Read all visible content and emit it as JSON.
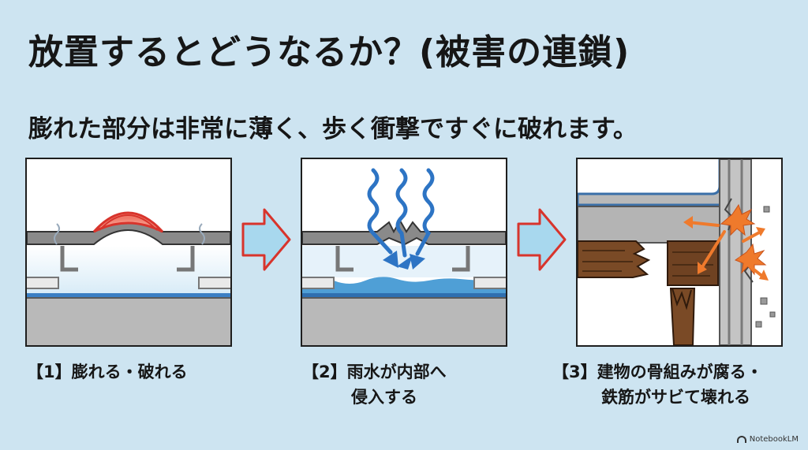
{
  "title": "放置するとどうなるか？(被害の連鎖)",
  "subtitle": "膨れた部分は非常に薄く、歩く衝撃ですぐに破れます。",
  "steps": [
    {
      "caption_line1": "【1】膨れる・破れる",
      "caption_line2": ""
    },
    {
      "caption_line1": "【2】雨水が内部へ",
      "caption_line2": "侵入する"
    },
    {
      "caption_line1": "【3】建物の骨組みが腐る・",
      "caption_line2": "鉄筋がサビて壊れる"
    }
  ],
  "brand": "NotebookLM",
  "icons": [
    "blister-icon",
    "rain-infiltration-icon",
    "structural-damage-icon",
    "right-arrow-icon",
    "notebooklm-logo-icon"
  ],
  "colors": {
    "background": "#cde4f1",
    "arrow_fill": "#a8d8ee",
    "arrow_stroke": "#d8342c",
    "water": "#4f9fd6",
    "rain": "#2d74c4",
    "wood": "#7a4a26",
    "damage": "#ef7a2c",
    "slab": "#b9b9b9",
    "membrane": "#7d7d7d"
  }
}
